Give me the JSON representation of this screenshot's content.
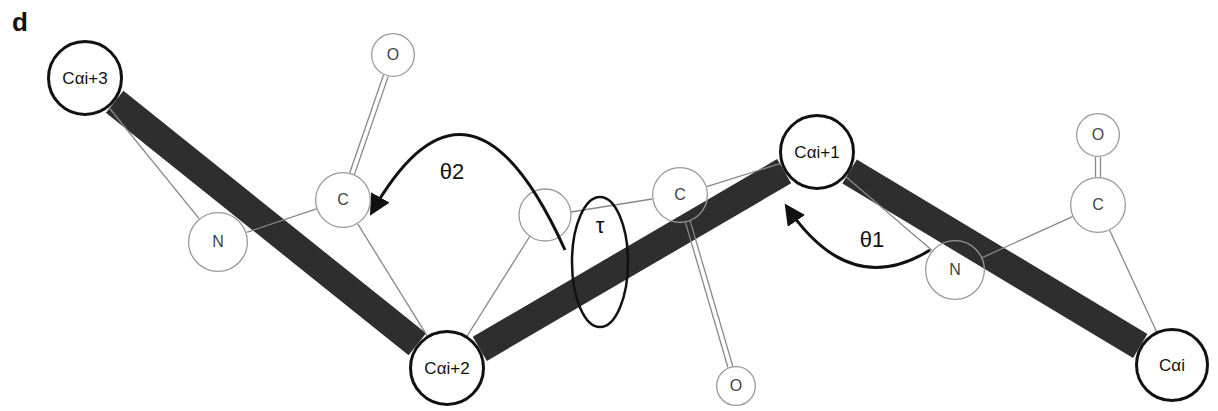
{
  "diagram": {
    "nodes": [
      {
        "text": [
          "Cαi+3"
        ]
      },
      {
        "text": [
          "O"
        ]
      },
      {
        "text": [
          "C"
        ]
      },
      {
        "text": [
          "N"
        ]
      },
      {
        "text": [
          "Cαi+2"
        ]
      },
      {
        "text": [
          "C"
        ]
      },
      {
        "text": [
          "O"
        ]
      },
      {
        "text": [
          "Cαi+1"
        ]
      },
      {
        "text": [
          "O"
        ]
      },
      {
        "text": [
          "C"
        ]
      },
      {
        "text": [
          "N"
        ]
      },
      {
        "text": [
          "Cαi"
        ]
      }
    ],
    "edges": [
      {
        "from": 0,
        "to": 4,
        "arrow": "none"
      },
      {
        "from": 4,
        "to": 7,
        "arrow": "none"
      },
      {
        "from": 7,
        "to": 11,
        "arrow": "none"
      },
      {
        "from": 0,
        "to": 3,
        "arrow": "none"
      },
      {
        "from": 3,
        "to": 2,
        "arrow": "none"
      },
      {
        "from": 2,
        "to": 1,
        "arrow": "none"
      },
      {
        "from": 2,
        "to": 4,
        "arrow": "none"
      },
      {
        "from": 7,
        "to": 5,
        "arrow": "none"
      },
      {
        "from": 5,
        "to": 6,
        "arrow": "none"
      },
      {
        "from": 11,
        "to": 9,
        "arrow": "none"
      },
      {
        "from": 9,
        "to": 8,
        "arrow": "none"
      },
      {
        "from": 9,
        "to": 10,
        "arrow": "none"
      },
      {
        "from": 10,
        "to": 7,
        "arrow": "none"
      }
    ],
    "labels": [
      "d",
      "θ2",
      "τ",
      "θ1"
    ]
  }
}
